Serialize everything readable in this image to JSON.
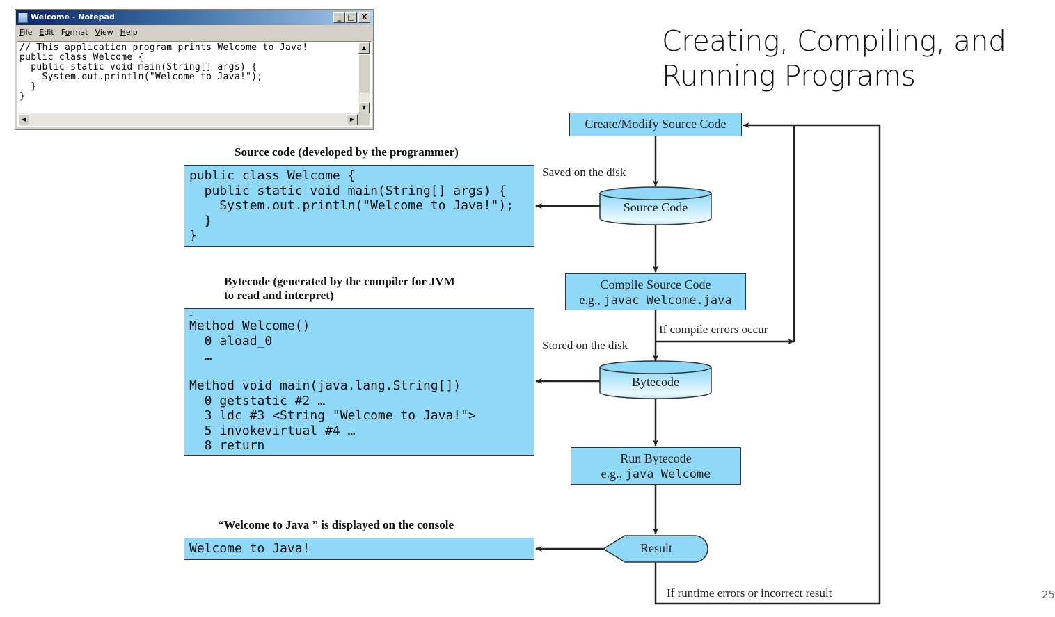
{
  "slide": {
    "title_line1": "Creating, Compiling, and",
    "title_line2": "Running Programs",
    "page_number": "25"
  },
  "notepad": {
    "title": "Welcome - Notepad",
    "menu": [
      "File",
      "Edit",
      "Format",
      "View",
      "Help"
    ],
    "controls": {
      "minimize": "_",
      "maximize": "□",
      "close": "X"
    },
    "content": "// This application program prints Welcome to Java!\npublic class Welcome {\n  public static void main(String[] args) {\n    System.out.println(\"Welcome to Java!\");\n  }\n}"
  },
  "panels": {
    "source": {
      "caption": "Source code (developed by the programmer)",
      "code": "public class Welcome {\n  public static void main(String[] args) {\n    System.out.println(\"Welcome to Java!\");\n  }\n}"
    },
    "bytecode": {
      "caption_line1": "Bytecode (generated by the compiler for JVM",
      "caption_line2": "to read and interpret)",
      "leading_ellipsis": "…",
      "code": "Method Welcome()\n  0 aload_0\n  …\n\nMethod void main(java.lang.String[])\n  0 getstatic #2 …\n  3 ldc #3 <String \"Welcome to Java!\">\n  5 invokevirtual #4 …\n  8 return"
    },
    "console": {
      "caption": "“Welcome to Java ” is displayed on the console",
      "output": "Welcome to Java!"
    }
  },
  "flow": {
    "create": "Create/Modify Source Code",
    "saved_label": "Saved on the disk",
    "source_store": "Source Code",
    "compile_title": "Compile Source Code",
    "compile_eg": "e.g., ",
    "compile_cmd": "javac Welcome.java",
    "compile_errors": "If compile errors occur",
    "stored_label": "Stored on the disk",
    "bytecode_store": "Bytecode",
    "run_title": "Run Bytecode",
    "run_eg": "e.g., ",
    "run_cmd": "java Welcome",
    "result": "Result",
    "runtime_errors": "If runtime errors or incorrect result"
  },
  "colors": {
    "box_fill": "#8fd8f8",
    "line": "#222222"
  }
}
